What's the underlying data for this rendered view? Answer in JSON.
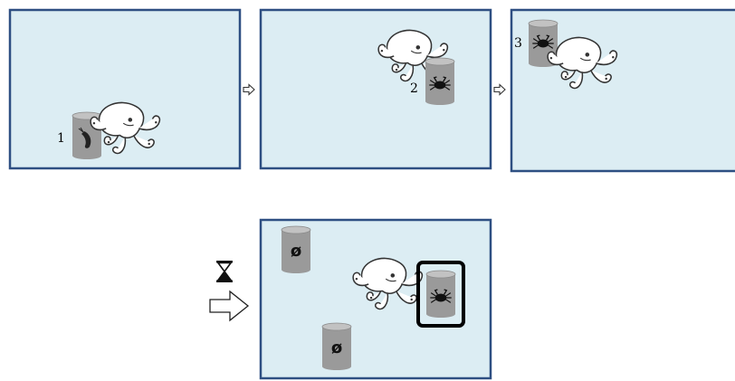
{
  "colors": {
    "panel_fill": "#dcedf3",
    "panel_border": "#2e4f82",
    "canister_body": "#9a9a9a",
    "canister_top": "#c2c2c2",
    "highlight_border": "#000000",
    "octopus_fill": "#ffffff",
    "octopus_line": "#333333"
  },
  "panels": [
    {
      "step_label": "1",
      "canister_content": "shrimp-icon"
    },
    {
      "step_label": "2",
      "canister_content": "crab-icon"
    },
    {
      "step_label": "3",
      "canister_content": "crab-icon"
    }
  ],
  "arrows": [
    "arrow-right-icon",
    "arrow-right-icon"
  ],
  "bottom": {
    "time_icon": "hourglass-icon",
    "arrow_icon": "large-arrow-right-icon",
    "empty_symbol": "ø",
    "chosen_content": "crab-icon"
  }
}
